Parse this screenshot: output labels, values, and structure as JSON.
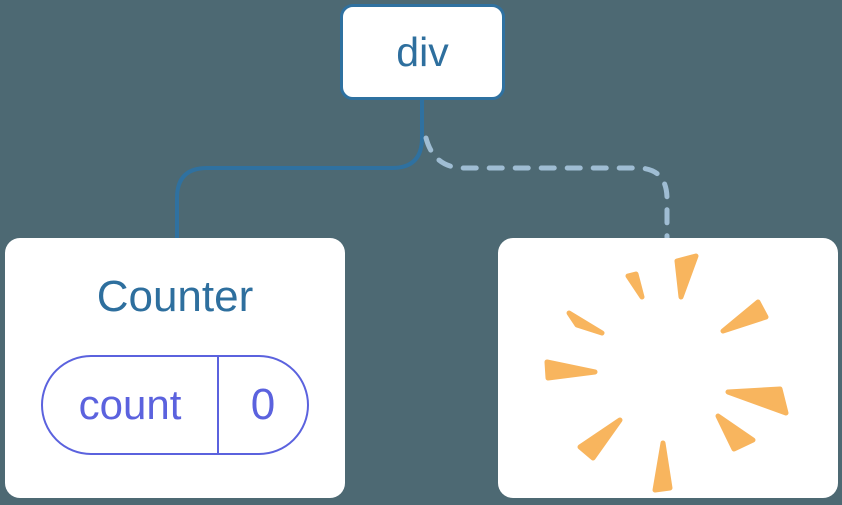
{
  "colors": {
    "background": "#4d6973",
    "card_bg": "#ffffff",
    "node_border": "#2f71a0",
    "node_text": "#2e6f9e",
    "link_solid": "#2f71a0",
    "link_dashed": "#9fbdd3",
    "title_text": "#2e6f9e",
    "state_accent": "#5b62de",
    "poof": "#f8b55e"
  },
  "diagram": {
    "root_node": {
      "label": "div"
    },
    "counter_component": {
      "title": "Counter",
      "state": {
        "key": "count",
        "value": "0"
      }
    },
    "removed_component": {
      "icon": "poof-starburst"
    }
  }
}
